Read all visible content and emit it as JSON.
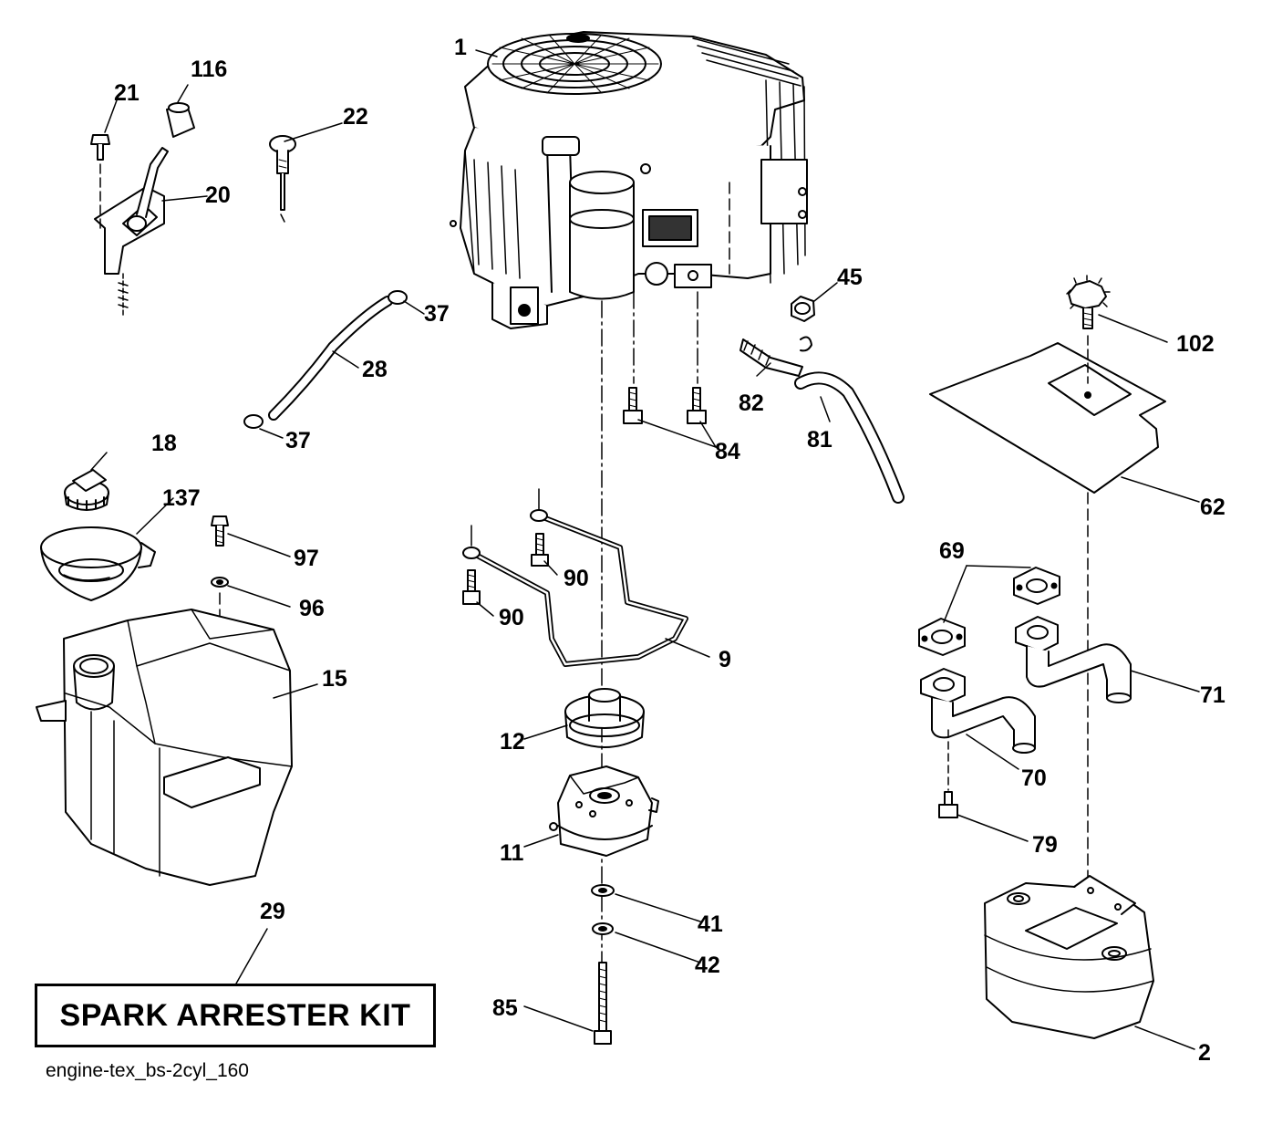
{
  "diagram": {
    "kit_label": "SPARK ARRESTER KIT",
    "diagram_id": "engine-tex_bs-2cyl_160",
    "parts": {
      "engine": "1",
      "muffler": "2",
      "wire_harness": "9",
      "pto_clutch": "11",
      "pulley": "12",
      "fuel_tank": "15",
      "fuel_cap": "18",
      "throttle_control": "20",
      "control_bolt": "21",
      "choke_knob": "22",
      "fuel_hose": "28",
      "spark_arrester_kit": "29",
      "hose_clamp_upper": "37",
      "hose_clamp_lower": "37",
      "washer_41": "41",
      "washer_42": "42",
      "oil_drain_cap": "45",
      "heat_shield": "62",
      "gasket": "69",
      "exhaust_pipe_left": "70",
      "exhaust_pipe_right": "71",
      "muffler_screw": "79",
      "drain_hose": "81",
      "drain_valve": "82",
      "engine_bolts": "84",
      "clutch_bolt": "85",
      "harness_screw_upper": "90",
      "harness_screw_lower": "90",
      "washer_96": "96",
      "tank_screw": "97",
      "shield_screw": "102",
      "throttle_knob": "116",
      "fuel_gauge": "137"
    }
  }
}
